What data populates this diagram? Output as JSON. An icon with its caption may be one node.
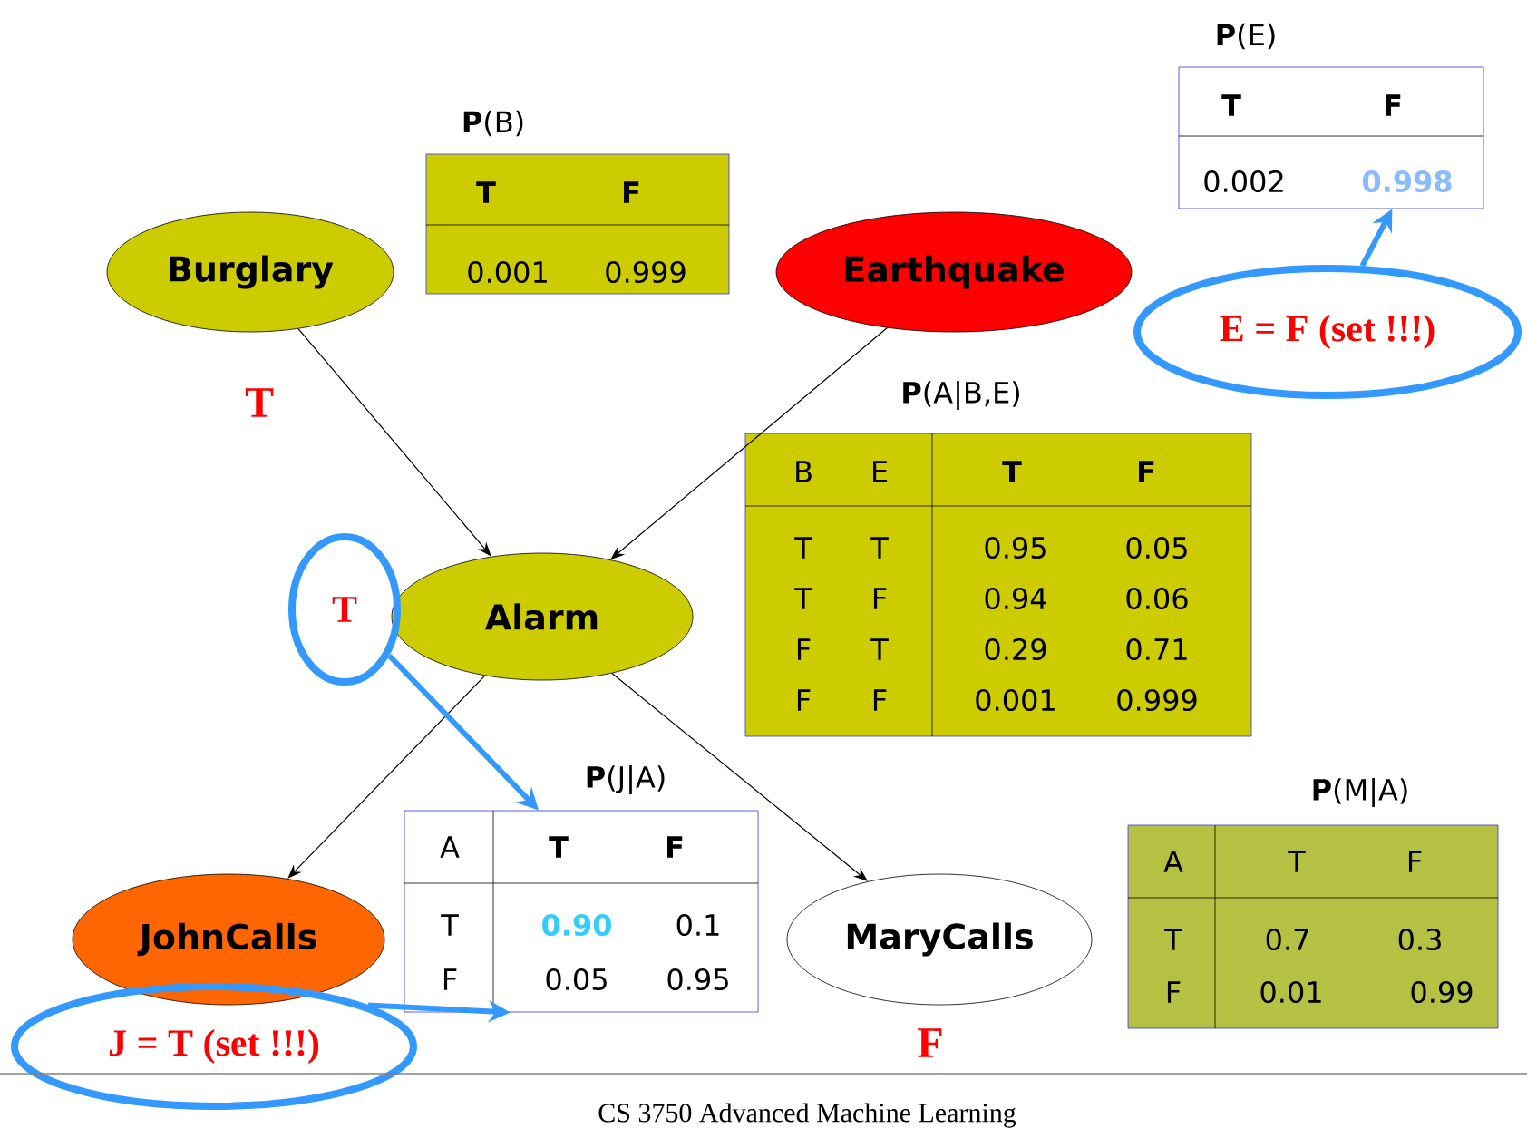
{
  "diagram": {
    "caption": "CS 3750 Advanced Machine Learning",
    "nodes": [
      {
        "text": [
          "Burglary"
        ],
        "beside": [
          "T"
        ]
      },
      {
        "text": [
          "Earthquake"
        ]
      },
      {
        "text": [
          "Alarm"
        ]
      },
      {
        "text": [
          "JohnCalls"
        ]
      },
      {
        "text": [
          "MaryCalls"
        ],
        "beside": [
          "F"
        ]
      },
      {
        "text": [
          "**P**(B)",
          "T",
          "F",
          "0.001",
          "0.999"
        ]
      },
      {
        "text": [
          "**P**(E)",
          "T",
          "F",
          "0.002",
          "0.998"
        ]
      },
      {
        "text": [
          "**P**(A|B,E)",
          "B",
          "E",
          "T",
          "F",
          "T",
          "T",
          "0.95",
          "0.05",
          "T",
          "F",
          "0.94",
          "0.06",
          "F",
          "T",
          "0.29",
          "0.71",
          "F",
          "F",
          "0.001",
          "0.999"
        ]
      },
      {
        "text": [
          "**P**(J|A)",
          "A",
          "T",
          "F",
          "T",
          "0.90",
          "0.1",
          "F",
          "0.05",
          "0.95"
        ]
      },
      {
        "text": [
          "**P**(M|A)",
          "A",
          "T",
          "F",
          "T",
          "0.7",
          "0.3",
          "F",
          "0.01",
          "0.99"
        ]
      },
      {
        "text": [
          "T"
        ]
      },
      {
        "text": [
          "J = T (set !!!)"
        ]
      },
      {
        "text": [
          "E = F (set !!!)"
        ]
      }
    ],
    "edges": [
      {
        "from": 0,
        "to": 2,
        "arrow": "to"
      },
      {
        "from": 1,
        "to": 2,
        "arrow": "to"
      },
      {
        "from": 2,
        "to": 3,
        "arrow": "to"
      },
      {
        "from": 2,
        "to": 4,
        "arrow": "to"
      },
      {
        "from": 10,
        "to": 8,
        "arrow": "to",
        "style": "thick",
        "color": "#3399ff"
      },
      {
        "from": 11,
        "to": 8,
        "arrow": "to",
        "style": "thick",
        "color": "#3399ff"
      },
      {
        "from": 12,
        "to": 6,
        "arrow": "to",
        "style": "thick",
        "color": "#3399ff"
      }
    ]
  }
}
